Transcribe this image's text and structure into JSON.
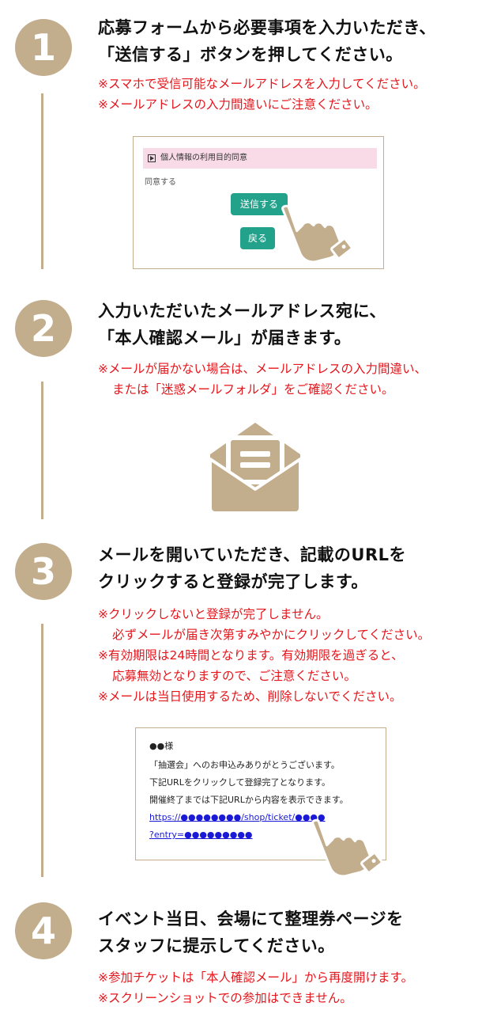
{
  "steps": [
    {
      "number": "1",
      "heading": [
        "応募フォームから必要事項を入力いただき、",
        "「送信する」ボタンを押してください。"
      ],
      "notes": [
        "※スマホで受信可能なメールアドレスを入力してください。",
        "※メールアドレスの入力間違いにご注意ください。"
      ]
    },
    {
      "number": "2",
      "heading": [
        "入力いただいたメールアドレス宛に、",
        "「本人確認メール」が届きます。"
      ],
      "notes": [
        "※メールが届かない場合は、メールアドレスの入力間違い、",
        "または「迷惑メールフォルダ」をご確認ください。"
      ]
    },
    {
      "number": "3",
      "heading": [
        "メールを開いていただき、記載のURLを",
        "クリックすると登録が完了します。"
      ],
      "notes": [
        "※クリックしないと登録が完了しません。",
        "必ずメールが届き次第すみやかにクリックしてください。",
        "※有効期限は24時間となります。有効期限を過ぎると、",
        "応募無効となりますので、ご注意ください。",
        "※メールは当日使用するため、削除しないでください。"
      ]
    },
    {
      "number": "4",
      "heading": [
        "イベント当日、会場にて整理券ページを",
        "スタッフに提示してください。"
      ],
      "notes": [
        "※参加チケットは「本人確認メール」から再度開けます。",
        "※スクリーンショットでの参加はできません。"
      ]
    }
  ],
  "form_mock": {
    "section_title": "個人情報の利用目的同意",
    "agree_label": "同意する",
    "send_button": "送信する",
    "back_button": "戻る"
  },
  "mail_mock": {
    "lines": [
      "●●様",
      "「抽選会」へのお申込みありがとうございます。",
      "下記URLをクリックして登録完了となります。",
      "開催終了までは下記URLから内容を表示できます。"
    ],
    "link_lines": [
      "https://●●●●●●●●/shop/ticket/●●●●",
      "?entry=●●●●●●●●●"
    ]
  },
  "colors": {
    "accent": "#c2ad8c",
    "note_red": "#e5161c",
    "button_green": "#23a28b",
    "form_header_pink": "#f9dbe7",
    "link_blue": "#1a1ad6"
  },
  "icons": [
    "envelope-icon",
    "pointing-hand-icon"
  ]
}
